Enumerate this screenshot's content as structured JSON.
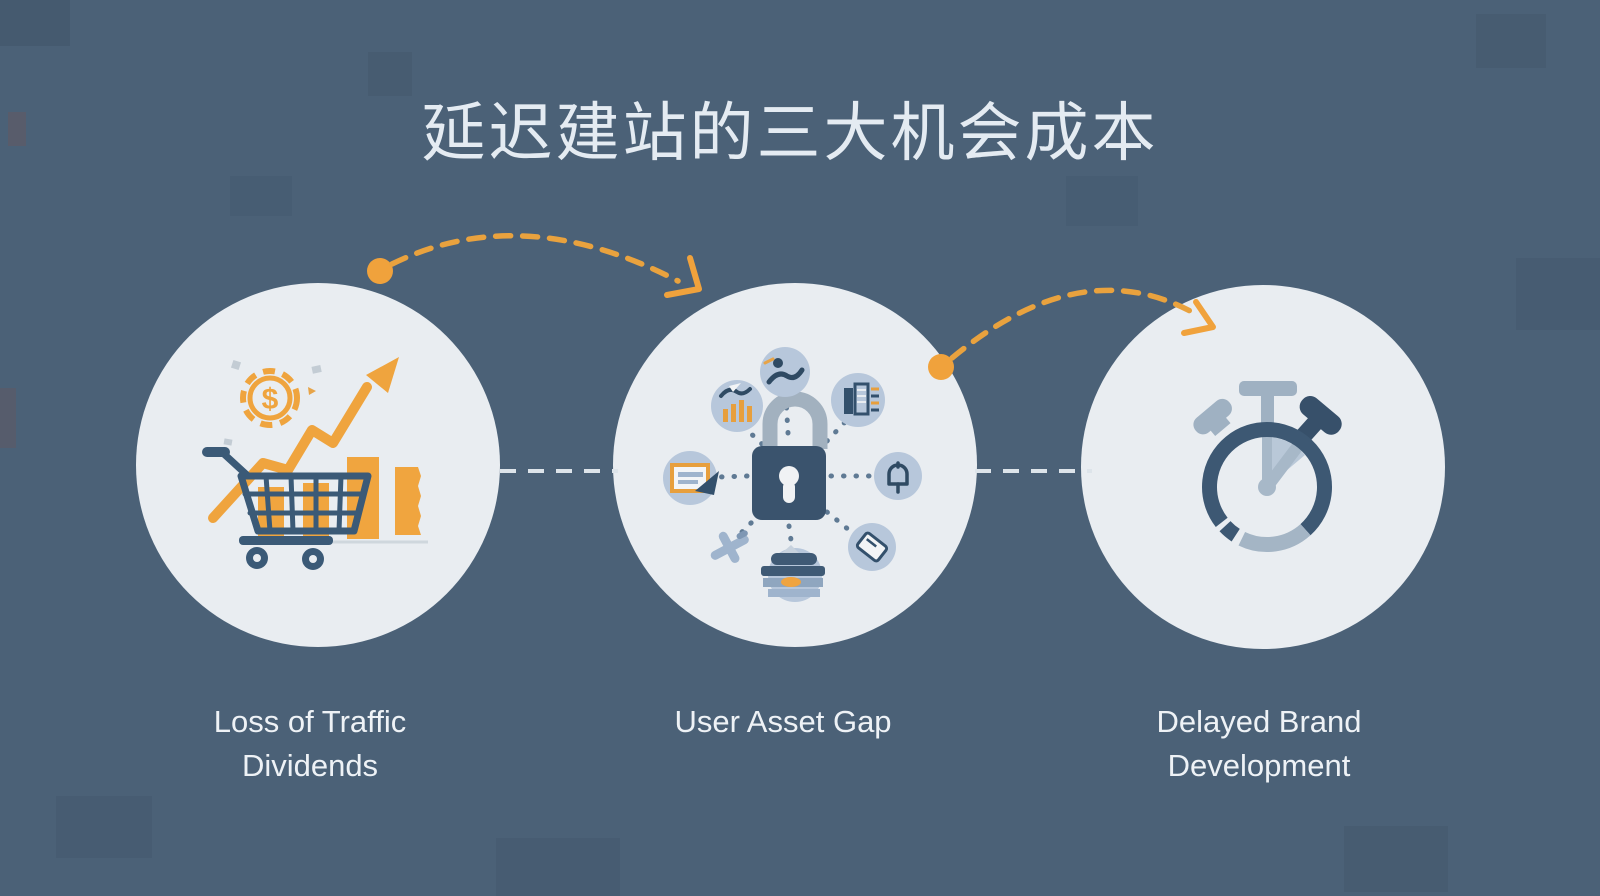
{
  "title": "延迟建站的三大机会成本",
  "coin_symbol": "$",
  "items": [
    {
      "id": "traffic-dividends",
      "icon": "cart-growth-chart-icon",
      "lines": [
        "Loss of Traffic",
        "Dividends"
      ]
    },
    {
      "id": "user-asset-gap",
      "icon": "lock-network-icon",
      "lines": [
        "User Asset Gap"
      ]
    },
    {
      "id": "brand-development",
      "icon": "stopwatch-icon",
      "lines": [
        "Delayed Brand",
        "Development"
      ]
    }
  ],
  "colors": {
    "background": "#4b6177",
    "circle_fill": "#e9edf1",
    "accent_orange": "#eda53f",
    "icon_dark": "#3b5a77",
    "icon_light": "#a7b8c8",
    "satellite_blue": "#b7c7db",
    "text": "#eef2f6"
  }
}
